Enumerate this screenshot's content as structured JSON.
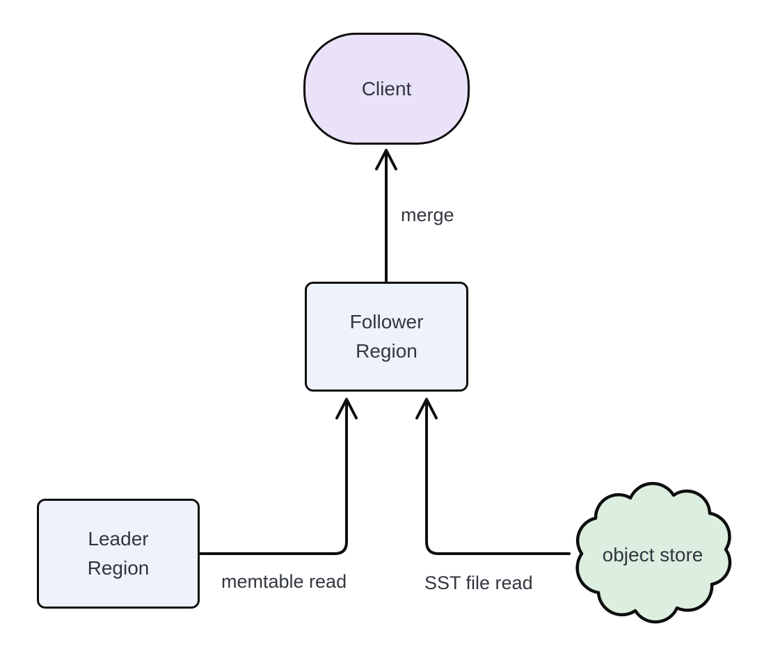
{
  "diagram": {
    "kind": "flowchart",
    "background": "#ffffff",
    "nodes": {
      "client": {
        "label": "Client",
        "shape": "stadium",
        "fill": "#e9e2f8"
      },
      "follower": {
        "label": "Follower Region",
        "shape": "rounded-rect",
        "fill": "#edf2fb"
      },
      "leader": {
        "label": "Leader Region",
        "shape": "rounded-rect",
        "fill": "#edf2fb"
      },
      "object_store": {
        "label": "object store",
        "shape": "cloud",
        "fill": "#dbeedf"
      }
    },
    "edges": {
      "follower_to_client": {
        "from": "Follower Region",
        "to": "Client",
        "label": "merge"
      },
      "leader_to_follower": {
        "from": "Leader Region",
        "to": "Follower Region",
        "label": "memtable read"
      },
      "object_store_to_follower": {
        "from": "object store",
        "to": "Follower Region",
        "label": "SST file read"
      }
    },
    "colors": {
      "stroke": "#0d0d0d",
      "text": "#32363e",
      "client_fill": "#e9e2f8",
      "region_fill": "#edf2fb",
      "cloud_fill": "#dbeedf"
    }
  }
}
